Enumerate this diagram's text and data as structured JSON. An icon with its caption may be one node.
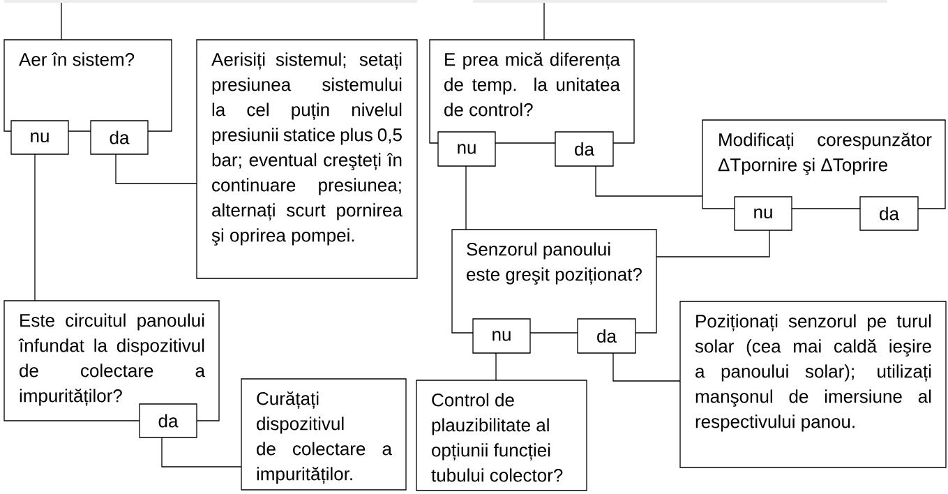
{
  "diagram": {
    "nodes": [
      {
        "text": [],
        "shape": "bar"
      },
      {
        "text": [],
        "shape": "bar"
      },
      {
        "text": [
          "Aer în sistem?"
        ]
      },
      {
        "text": [
          "nu"
        ]
      },
      {
        "text": [
          "da"
        ]
      },
      {
        "text": [
          "Aerisiți sistemul; setați presiunea sistemului la cel puțin nivelul presiunii statice plus 0,5 bar; eventual creşteți în continuare presiunea; alternați scurt pornirea şi oprirea pompei."
        ]
      },
      {
        "text": [
          "E prea mică diferența de temp. la unitatea de control?"
        ]
      },
      {
        "text": [
          "nu"
        ]
      },
      {
        "text": [
          "da"
        ]
      },
      {
        "text": [
          "Modificați corespunzător ΔTpornire şi ΔToprire"
        ]
      },
      {
        "text": [
          "nu"
        ]
      },
      {
        "text": [
          "da"
        ]
      },
      {
        "text": [
          "Este circuitul panoului înfundat la dispozitivul de colectare a impurităților?"
        ]
      },
      {
        "text": [
          "da"
        ]
      },
      {
        "text": [
          "Curățați dispozitivul de colectare a impurităților."
        ]
      },
      {
        "text": [
          "Senzorul panoului este greşit poziționat?"
        ]
      },
      {
        "text": [
          "nu"
        ]
      },
      {
        "text": [
          "da"
        ]
      },
      {
        "text": [
          "Control de plauzibilitate al opțiunii funcției tubului colector?"
        ]
      },
      {
        "text": [
          "Poziționați senzorul pe turul solar (cea mai caldă ieşire a panoului solar); utilizați manşonul de imersiune al respectivului panou."
        ]
      }
    ],
    "edges": [
      {
        "from": 0,
        "to": 2,
        "arrow": "none"
      },
      {
        "from": 1,
        "to": 6,
        "arrow": "none"
      },
      {
        "from": 3,
        "to": 12,
        "arrow": "none"
      },
      {
        "from": 4,
        "to": 5,
        "arrow": "none"
      },
      {
        "from": 7,
        "to": 15,
        "arrow": "none"
      },
      {
        "from": 8,
        "to": 9,
        "arrow": "none"
      },
      {
        "from": 10,
        "to": 15,
        "arrow": "none"
      },
      {
        "from": 13,
        "to": 14,
        "arrow": "none"
      },
      {
        "from": 16,
        "to": 18,
        "arrow": "none"
      },
      {
        "from": 17,
        "to": 19,
        "arrow": "none"
      }
    ]
  }
}
